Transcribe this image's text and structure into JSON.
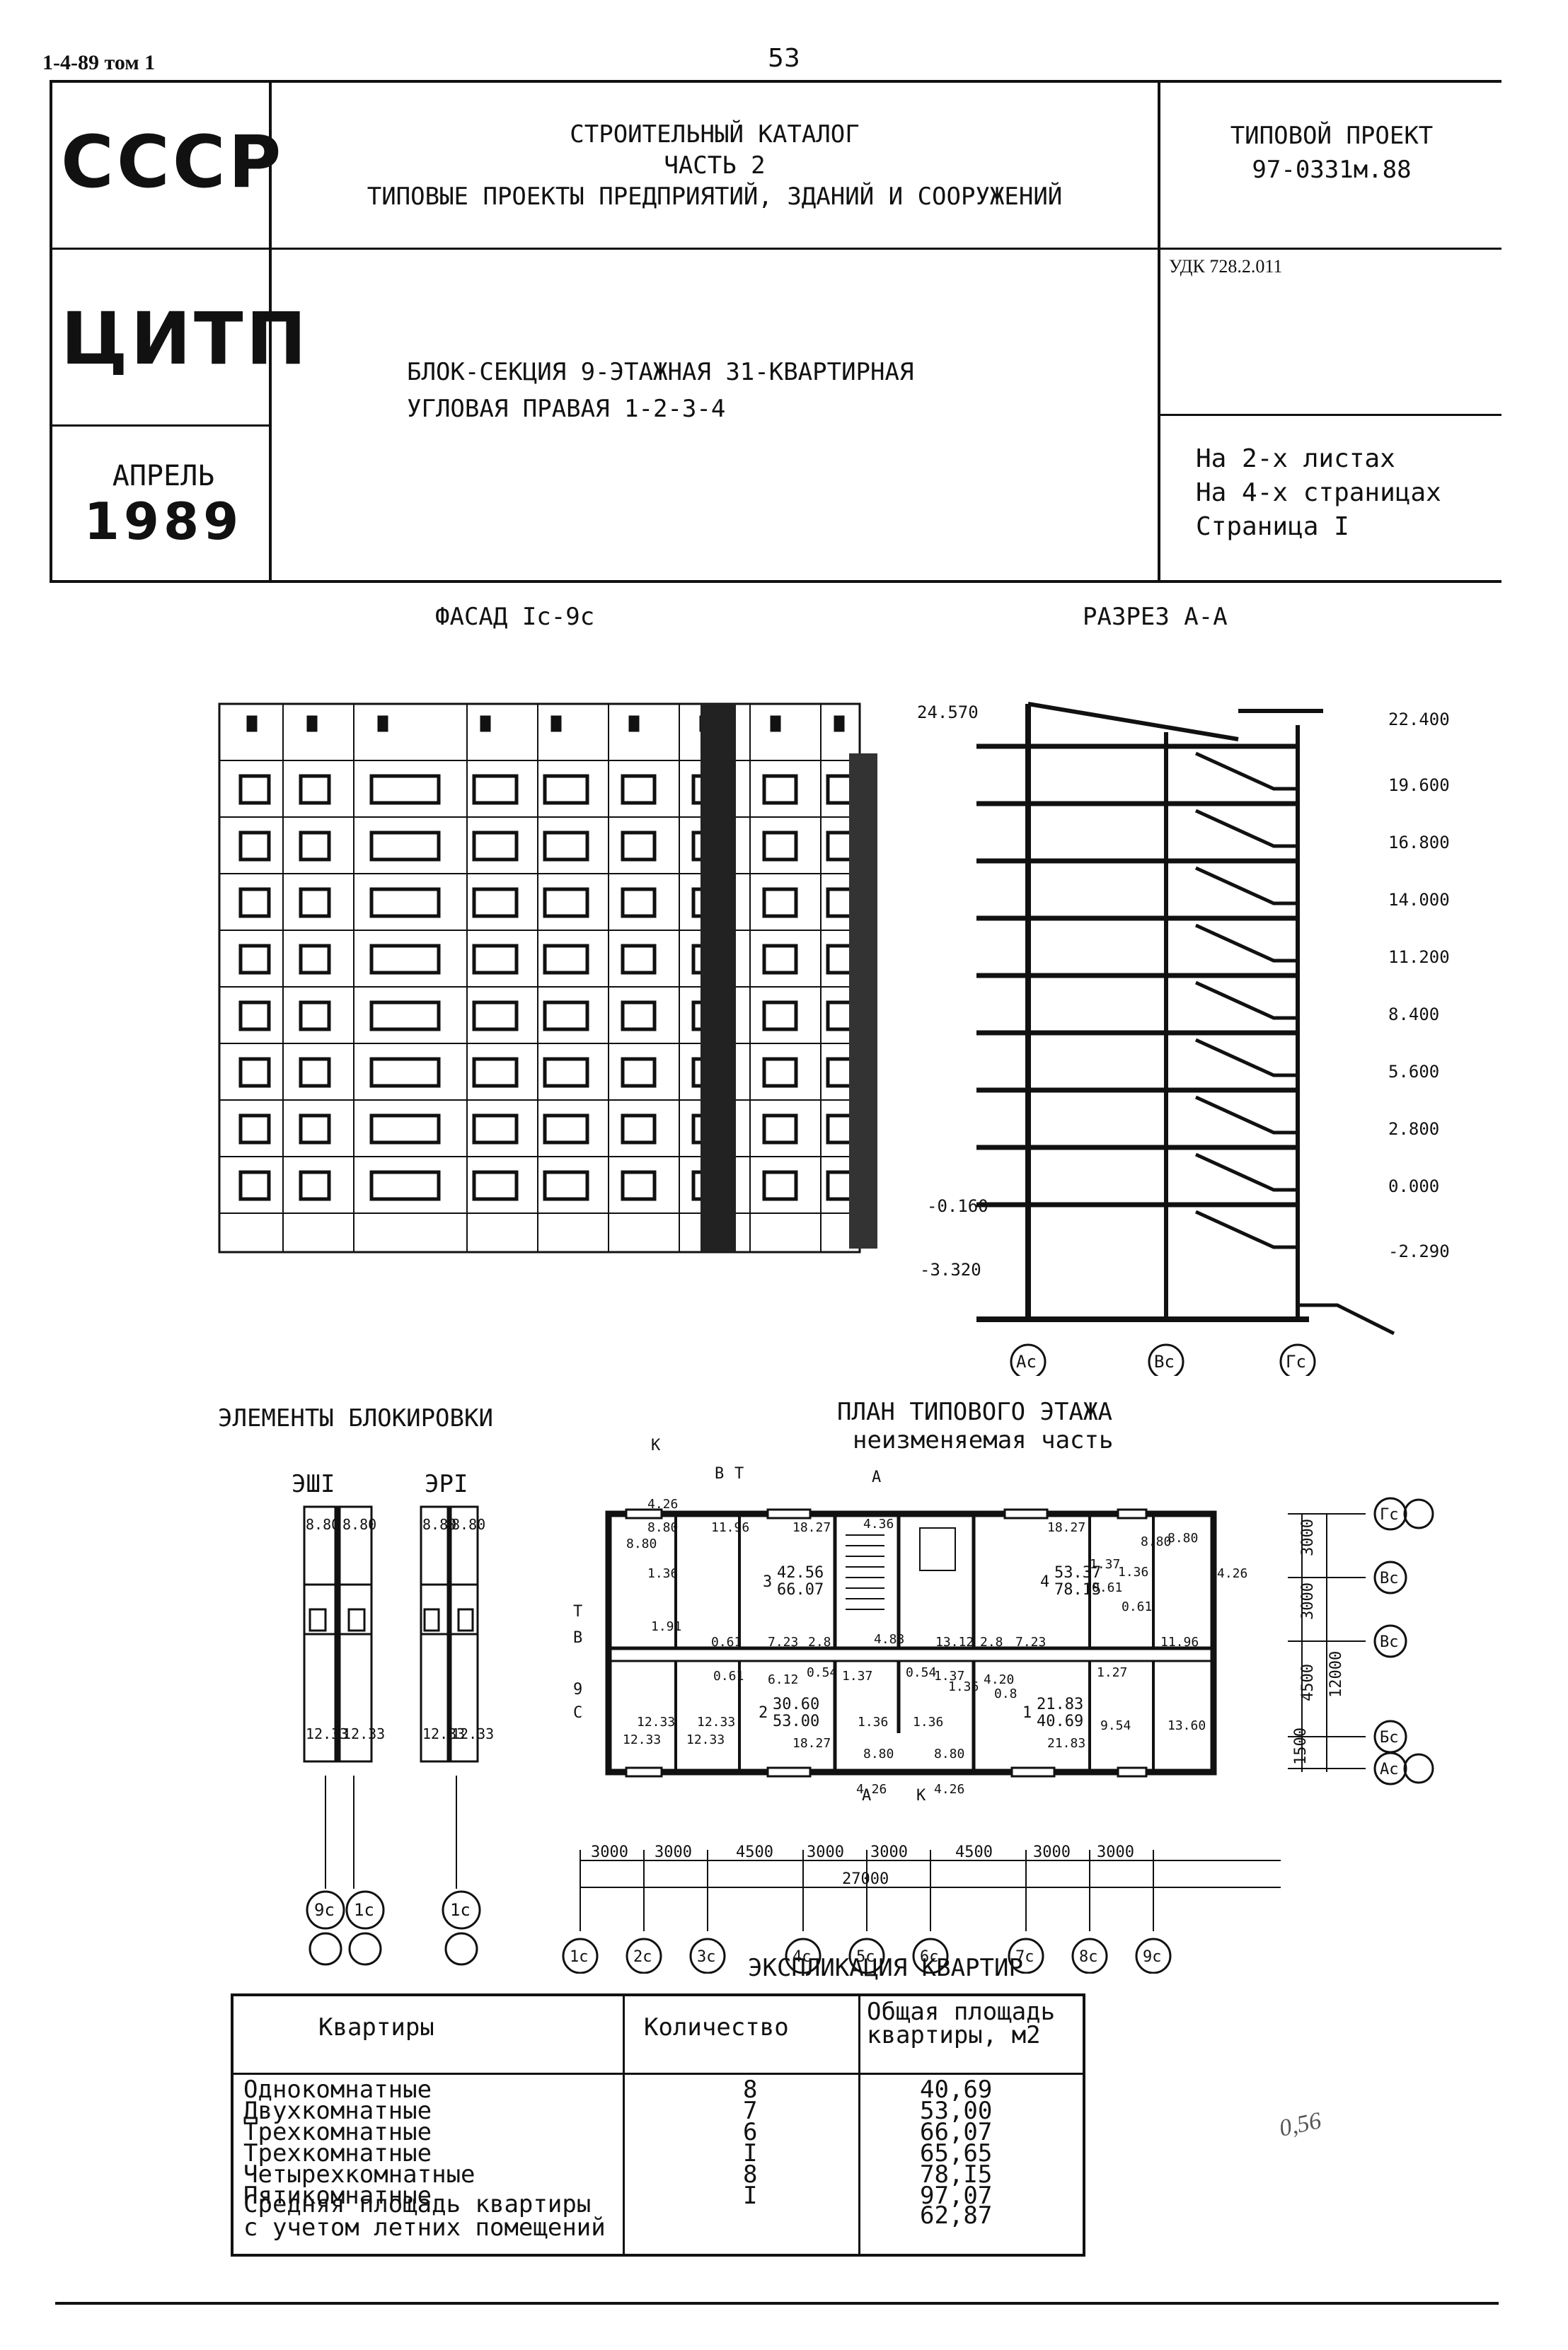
{
  "sheet": {
    "volume_ref": "1-4-89 том 1",
    "page_number": "53"
  },
  "header": {
    "org1": "СССР",
    "org2": "ЦИТП",
    "month": "АПРЕЛЬ",
    "year": "1989",
    "catalog_line1": "СТРОИТЕЛЬНЫЙ КАТАЛОГ",
    "catalog_line2": "ЧАСТЬ 2",
    "catalog_line3": "ТИПОВЫЕ ПРОЕКТЫ ПРЕДПРИЯТИЙ, ЗДАНИЙ И СООРУЖЕНИЙ",
    "project_label": "ТИПОВОЙ ПРОЕКТ",
    "project_code": "97-0331м.88",
    "udk": "УДК 728.2.011",
    "title_line1": "БЛОК-СЕКЦИЯ 9-ЭТАЖНАЯ 31-КВАРТИРНАЯ",
    "title_line2": "УГЛОВАЯ ПРАВАЯ 1-2-3-4",
    "sheets": "На 2-х листах",
    "pages": "На 4-х страницах",
    "page": "Страница I"
  },
  "drawings": {
    "facade_title": "ФАСАД Iс-9с",
    "section_title": "РАЗРЕЗ А-А",
    "blocking_title": "ЭЛЕМЕНТЫ БЛОКИРОВКИ",
    "plan_title": "ПЛАН ТИПОВОГО ЭТАЖА",
    "plan_subtitle": "неизменяемая часть",
    "blocking_el1": "ЭШI",
    "blocking_el2": "ЭРI",
    "section_elevations": [
      "24.570",
      "22.400",
      "19.600",
      "16.800",
      "14.000",
      "11.200",
      "8.400",
      "5.600",
      "2.800",
      "0.000",
      "-0.160",
      "-2.290",
      "-3.320"
    ],
    "section_axes": [
      "Ас",
      "Вс",
      "Гс"
    ],
    "plan_axes_bottom": [
      "1с",
      "2с",
      "3с",
      "4с",
      "5с",
      "6с",
      "7с",
      "8с",
      "9с"
    ],
    "blocking_axes": [
      "9с",
      "1с",
      "1с"
    ],
    "plan_axes_right": [
      "Гс",
      "Вс",
      "Вс",
      "Бс",
      "Ас"
    ],
    "plan_dims_bottom": [
      "3000",
      "3000",
      "4500",
      "3000",
      "3000",
      "4500",
      "3000",
      "3000"
    ],
    "plan_dim_total": "27000",
    "plan_dims_right": [
      "3000",
      "3000",
      "4500",
      "1500"
    ],
    "plan_dim_right_total": "12000",
    "plan_section_marks": [
      "К",
      "В",
      "Т",
      "А",
      "Т",
      "В",
      "9",
      "С",
      "А",
      "К"
    ],
    "apt_labels": [
      {
        "rooms": "3",
        "living": "42.56",
        "total": "66.07"
      },
      {
        "rooms": "4",
        "living": "53.37",
        "total": "78.15"
      },
      {
        "rooms": "2",
        "living": "30.60",
        "total": "53.00"
      },
      {
        "rooms": "1",
        "living": "21.83",
        "total": "40.69"
      }
    ],
    "room_areas": [
      "4.26",
      "8.80",
      "11.96",
      "18.27",
      "4.36",
      "18.27",
      "8.80",
      "4.26",
      "1.36",
      "1.91",
      "0.61",
      "7.23",
      "2.8",
      "4.83",
      "13.12",
      "2.8",
      "7.23",
      "0.61",
      "11.96",
      "0.61",
      "6.12",
      "0.54",
      "1.37",
      "1.36",
      "1.36",
      "1.37",
      "0.54",
      "1.36",
      "4.20",
      "0.8",
      "1.27",
      "12.33",
      "12.33",
      "18.27",
      "21.83",
      "9.54",
      "13.60",
      "8.80",
      "8.80",
      "4.26",
      "4.26",
      "1.37",
      "0.61",
      "1.36",
      "8.80",
      "8.80",
      "12.33",
      "12.33"
    ],
    "blocking_areas": [
      "8.80",
      "8.80",
      "8.80",
      "8.80",
      "12.33",
      "12.33",
      "12.33",
      "12.33"
    ]
  },
  "explication": {
    "title": "ЭКСПЛИКАЦИЯ КВАРТИР",
    "headers": [
      "Квартиры",
      "Количество",
      "Общая площадь\nквартиры, м2"
    ],
    "rows": [
      {
        "type": "Однокомнатные",
        "count": "8",
        "area": "40,69"
      },
      {
        "type": "Двухкомнатные",
        "count": "7",
        "area": "53,00"
      },
      {
        "type": "Трехкомнатные",
        "count": "6",
        "area": "66,07"
      },
      {
        "type": "Трехкомнатные",
        "count": "I",
        "area": "65,65"
      },
      {
        "type": "Четырехкомнатные",
        "count": "8",
        "area": "78,I5"
      },
      {
        "type": "Пятикомнатные",
        "count": "I",
        "area": "97,07"
      }
    ],
    "avg_label": "Средняя площадь квартиры\nс учетом летних помещений",
    "avg_value": "62,87"
  },
  "annotations": {
    "handwritten_number": "0,56"
  }
}
